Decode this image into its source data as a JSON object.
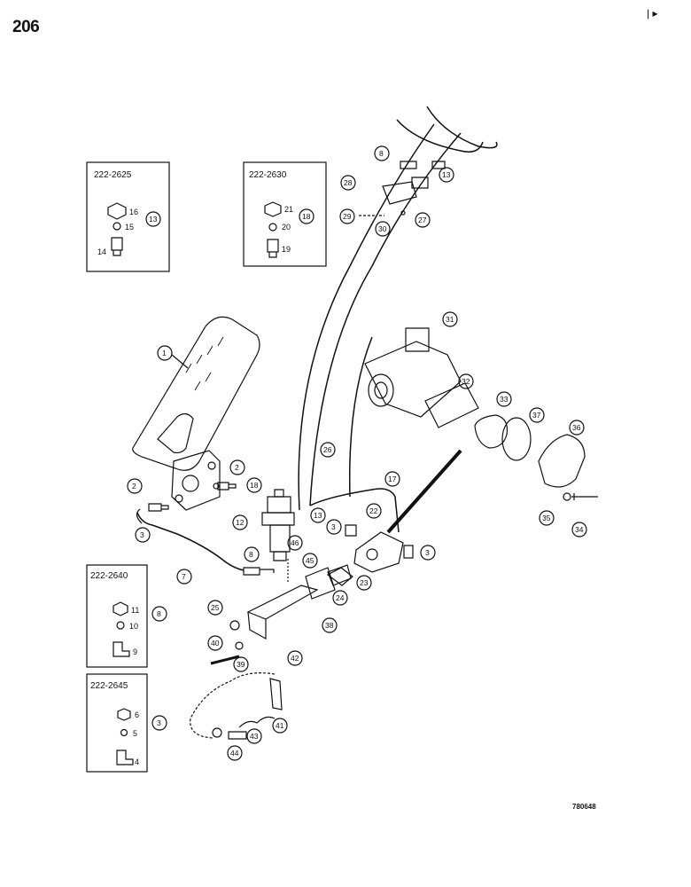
{
  "page": {
    "number": "206",
    "drawing_code": "780648",
    "corner_mark": "| ▸"
  },
  "kit_boxes": [
    {
      "part_number": "222-2625",
      "ref": "13",
      "items": [
        "16",
        "15",
        "14"
      ]
    },
    {
      "part_number": "222-2630",
      "ref": "18",
      "items": [
        "21",
        "20",
        "19"
      ]
    },
    {
      "part_number": "222-2640",
      "ref": "8",
      "items": [
        "11",
        "10",
        "9"
      ]
    },
    {
      "part_number": "222-2645",
      "ref": "3",
      "items": [
        "6",
        "5",
        "4"
      ]
    }
  ],
  "callouts": [
    "1",
    "2",
    "2",
    "3",
    "3",
    "3",
    "7",
    "8",
    "8",
    "12",
    "13",
    "13",
    "17",
    "18",
    "22",
    "23",
    "24",
    "25",
    "26",
    "27",
    "28",
    "29",
    "30",
    "31",
    "32",
    "33",
    "34",
    "35",
    "36",
    "37",
    "38",
    "39",
    "40",
    "41",
    "42",
    "43",
    "44",
    "45",
    "46"
  ]
}
